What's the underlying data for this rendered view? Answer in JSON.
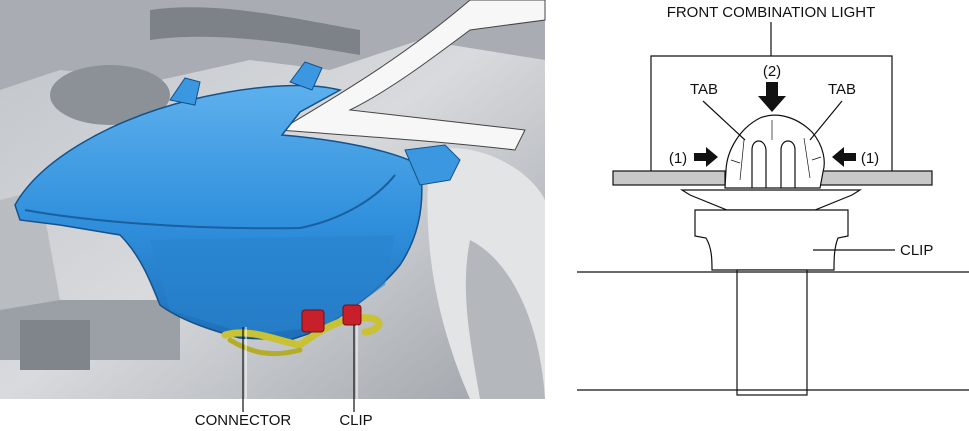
{
  "left_panel": {
    "labels": {
      "connector": "CONNECTOR",
      "clip": "CLIP"
    },
    "colors": {
      "headlight": "#2f8fdc",
      "connector": "#c8202a",
      "harness": "#c9c235",
      "engine_bay": "#c9ccd0"
    }
  },
  "right_panel": {
    "labels": {
      "title": "FRONT COMBINATION LIGHT",
      "step2": "(2)",
      "tab_left": "TAB",
      "tab_right": "TAB",
      "step1_left": "(1)",
      "step1_right": "(1)",
      "clip": "CLIP"
    },
    "colors": {
      "panel_fill": "#c8c8c8",
      "line": "#111111"
    }
  }
}
